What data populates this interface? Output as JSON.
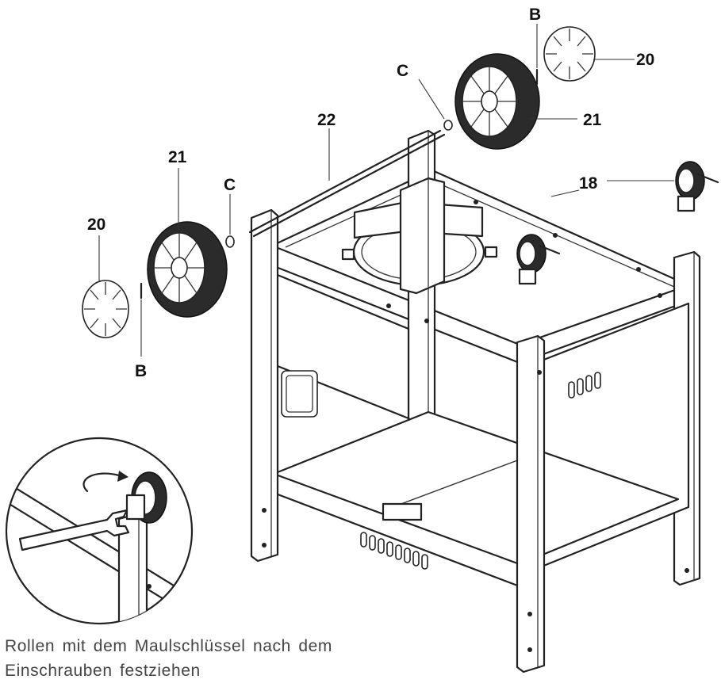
{
  "labels": {
    "axle": "22",
    "wheel_right": "21",
    "wheel_left": "21",
    "hubcap_right": "20",
    "hubcap_left": "20",
    "caster": "18",
    "screw_top": "B",
    "screw_left": "B",
    "washer_right": "C",
    "washer_left": "C"
  },
  "caption": "Rollen mit dem Maulschlüssel nach dem Einschrauben festziehen"
}
